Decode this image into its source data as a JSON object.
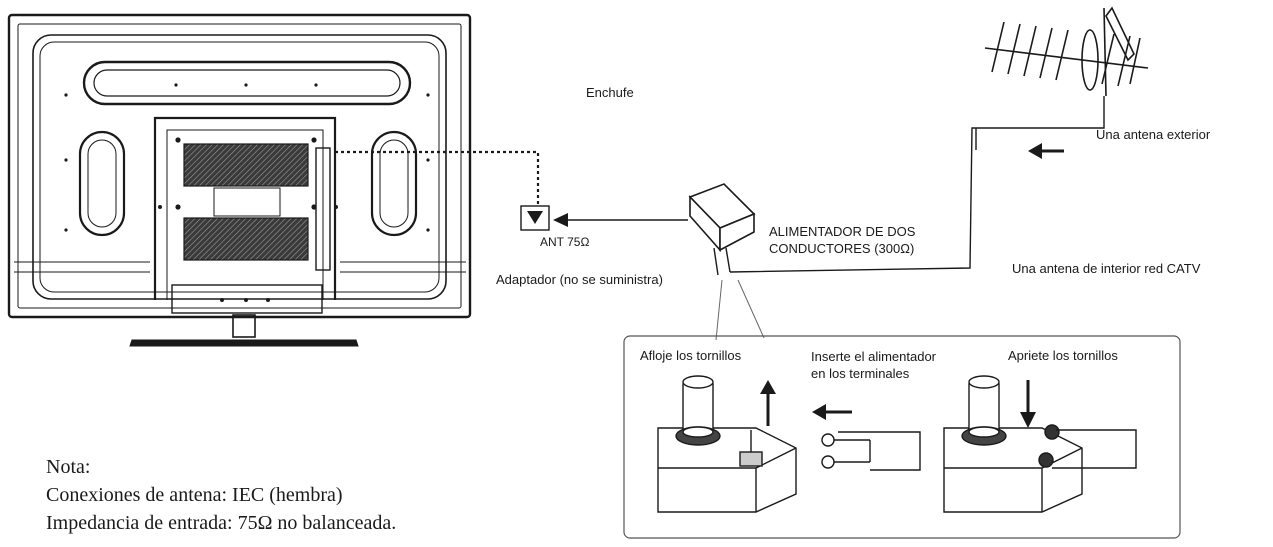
{
  "labels": {
    "enchufe": "Enchufe",
    "outdoor_antenna": "Una antena exterior",
    "feeder_line1": "ALIMENTADOR DE DOS",
    "feeder_line2": "CONDUCTORES (300Ω)",
    "indoor_antenna": "Una antena de interior red CATV",
    "ant_port": "ANT 75Ω",
    "adapter": "Adaptador (no se suministra)"
  },
  "steps": {
    "loosen": "Afloje los tornillos",
    "insert_line1": "Inserte el alimentador",
    "insert_line2": "en los terminales",
    "tighten": "Apriete los tornillos"
  },
  "note": {
    "title": "Nota:",
    "line1": "Conexiones de antena: IEC (hembra)",
    "line2": "Impedancia de entrada: 75Ω no balanceada."
  },
  "colors": {
    "ink": "#1a1a1a",
    "hatch": "#2a2a2a",
    "background": "#ffffff"
  }
}
